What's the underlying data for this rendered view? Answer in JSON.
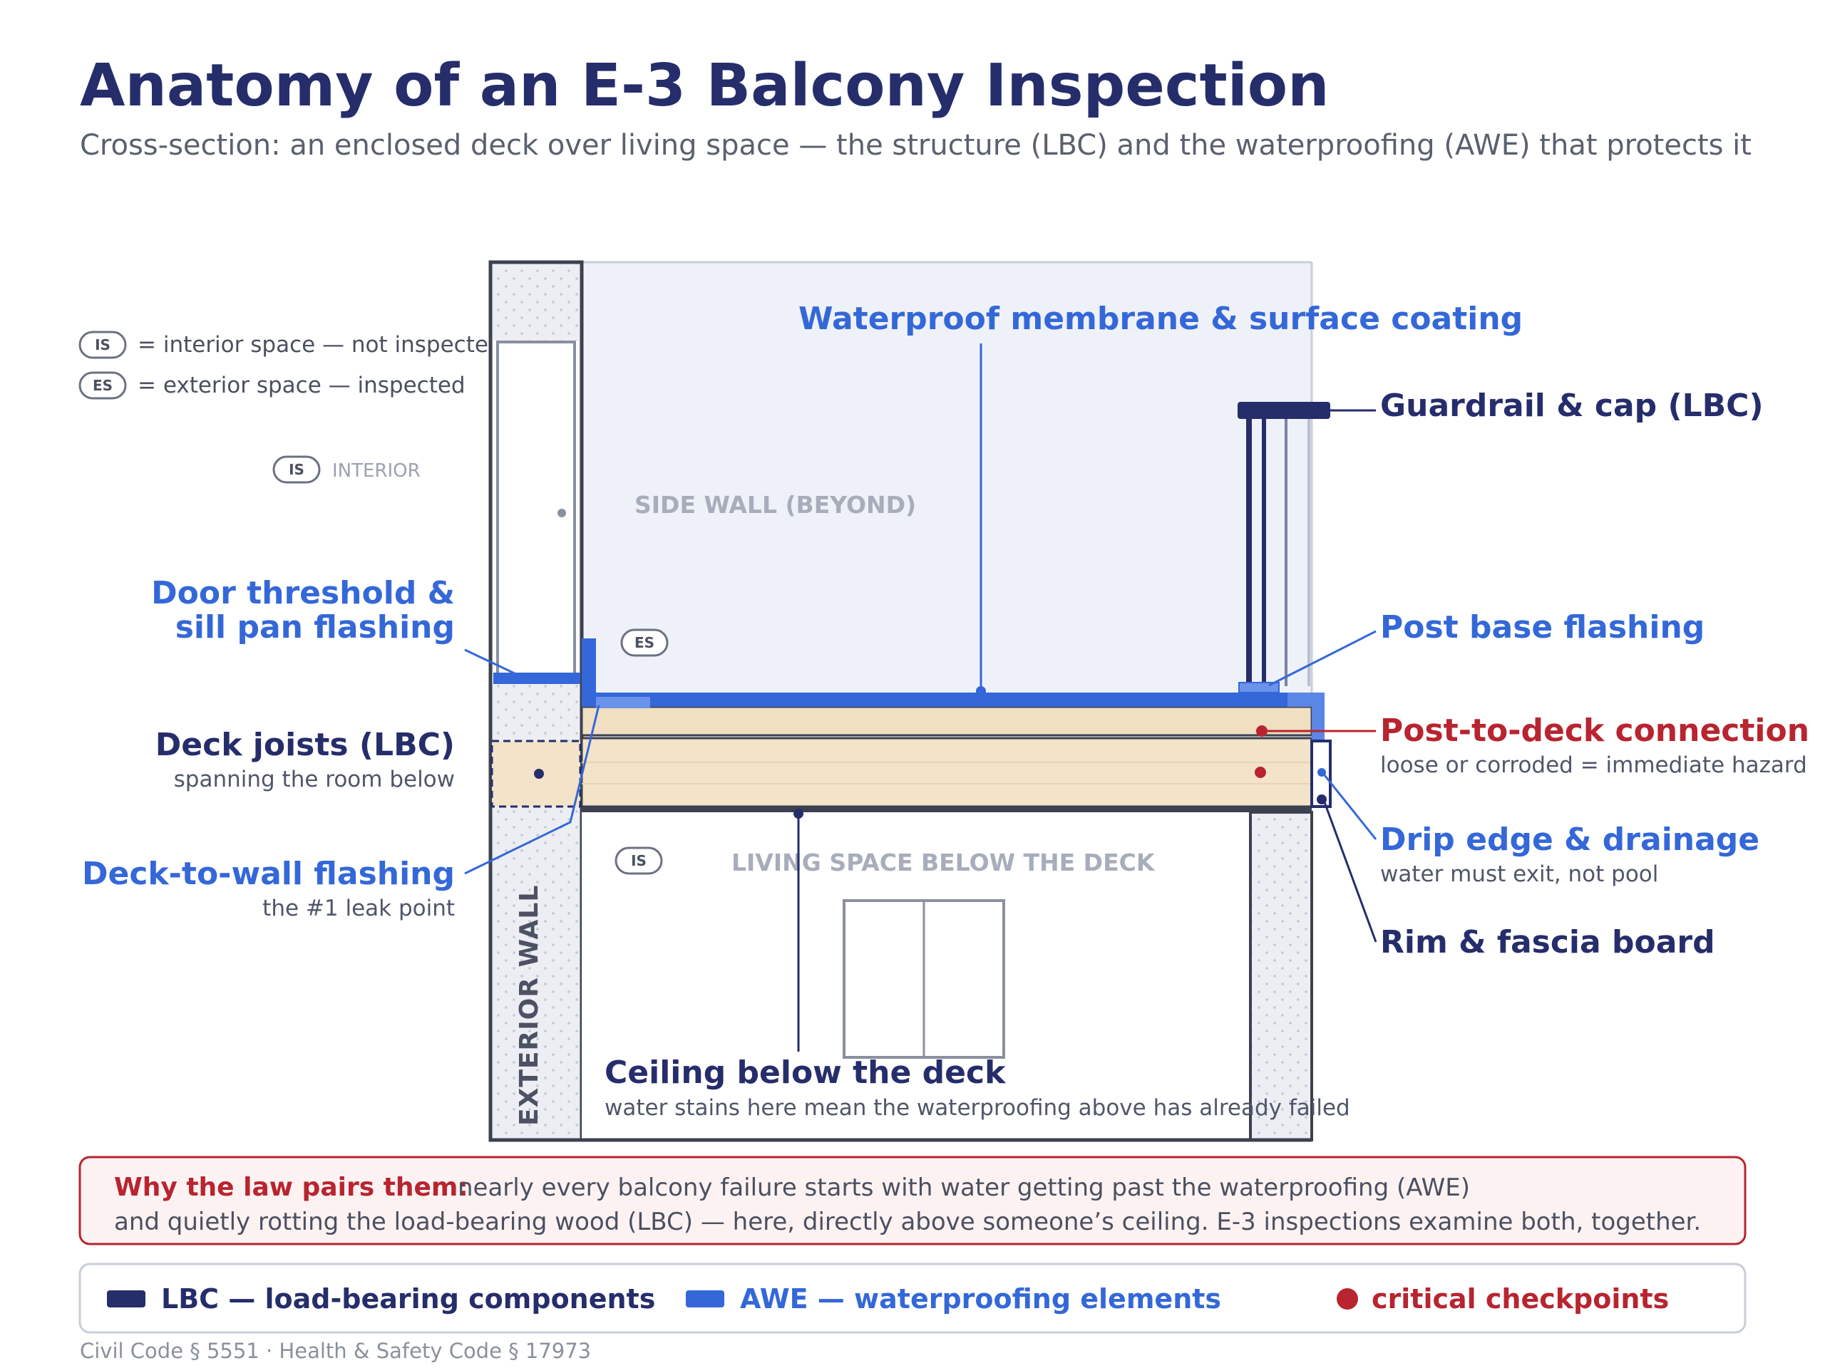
{
  "title": "Anatomy of an E-3 Balcony Inspection",
  "subtitle": "Cross-section: an enclosed deck over living space — the structure (LBC) and the waterproofing (AWE) that protects it",
  "legend_top": {
    "is_badge": "IS",
    "is_text": "= interior space — not inspected",
    "es_badge": "ES",
    "es_text": "= exterior space — inspected"
  },
  "zones": {
    "interior_badge": "IS",
    "interior_label": "INTERIOR",
    "side_wall": "SIDE WALL (BEYOND)",
    "exterior_badge": "ES",
    "living_badge": "IS",
    "living_space": "LIVING SPACE BELOW THE DECK",
    "exterior_wall": "EXTERIOR WALL"
  },
  "callouts": {
    "membrane": "Waterproof membrane & surface coating",
    "guardrail": "Guardrail & cap (LBC)",
    "door_threshold_line1": "Door threshold &",
    "door_threshold_line2": "sill pan flashing",
    "post_base": "Post base flashing",
    "joists": "Deck joists (LBC)",
    "joists_sub": "spanning the room below",
    "post_deck": "Post-to-deck connection",
    "post_deck_sub": "loose or corroded = immediate hazard",
    "drip_edge": "Drip edge & drainage",
    "drip_edge_sub": "water must exit, not pool",
    "deck_wall": "Deck-to-wall flashing",
    "deck_wall_sub": "the #1 leak point",
    "rim": "Rim & fascia board",
    "ceiling": "Ceiling below the deck",
    "ceiling_sub": "water stains here mean the waterproofing above has already failed"
  },
  "note": {
    "heading": "Why the law pairs them:",
    "line1": "nearly every balcony failure starts with water getting past the waterproofing (AWE)",
    "line2": "and quietly rotting the load-bearing wood (LBC) — here, directly above someone’s ceiling. E-3 inspections examine both, together."
  },
  "legend_bottom": {
    "lbc": "LBC — load-bearing components",
    "awe": "AWE — waterproofing elements",
    "critical": "critical checkpoints"
  },
  "citation": "Civil Code § 5551 · Health & Safety Code § 17973",
  "colors": {
    "navy": "#262d6b",
    "blue": "#3468d8",
    "red": "#b8242f",
    "wood": "#f3e3c8",
    "sky": "#eef1f7"
  }
}
